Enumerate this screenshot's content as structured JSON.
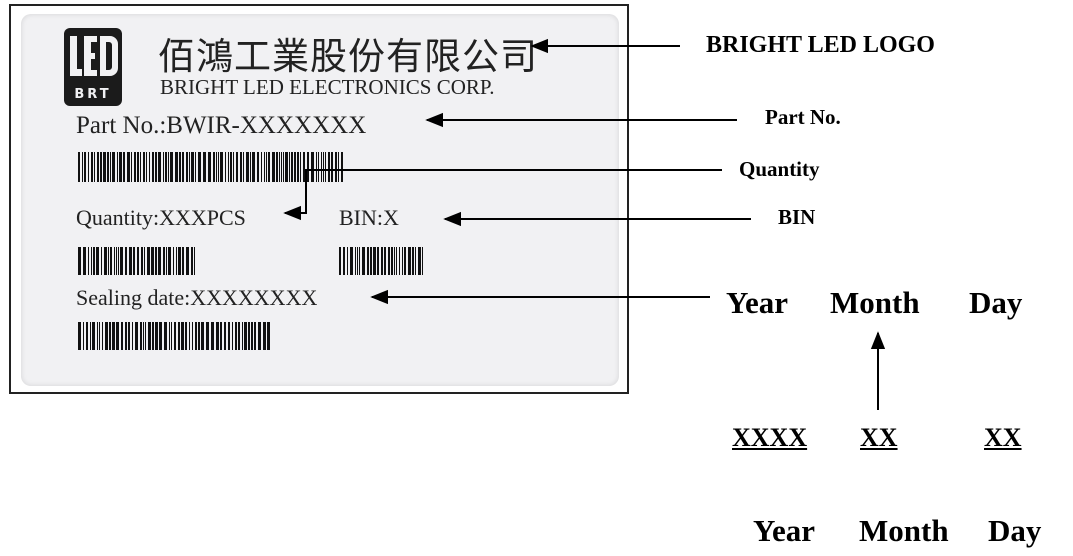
{
  "label": {
    "logo": {
      "text": "LED",
      "badge": "BRT"
    },
    "company_cn": "佰鴻工業股份有限公司",
    "company_en": "BRIGHT LED ELECTRONICS CORP.",
    "part_no": "Part No.:BWIR-XXXXXXX",
    "quantity": "Quantity:XXXPCS",
    "bin": "BIN:X",
    "sealing_date": "Sealing date:XXXXXXXX"
  },
  "callouts": {
    "logo": "BRIGHT LED LOGO",
    "part_no": "Part No.",
    "quantity": "Quantity",
    "bin": "BIN"
  },
  "date_format": {
    "labels_top": {
      "year": "Year",
      "month": "Month",
      "day": "Day"
    },
    "placeholders": {
      "year": "XXXX",
      "month": "XX",
      "day": "XX"
    },
    "labels_bottom": {
      "year": "Year",
      "month": "Month",
      "day": "Day"
    }
  }
}
